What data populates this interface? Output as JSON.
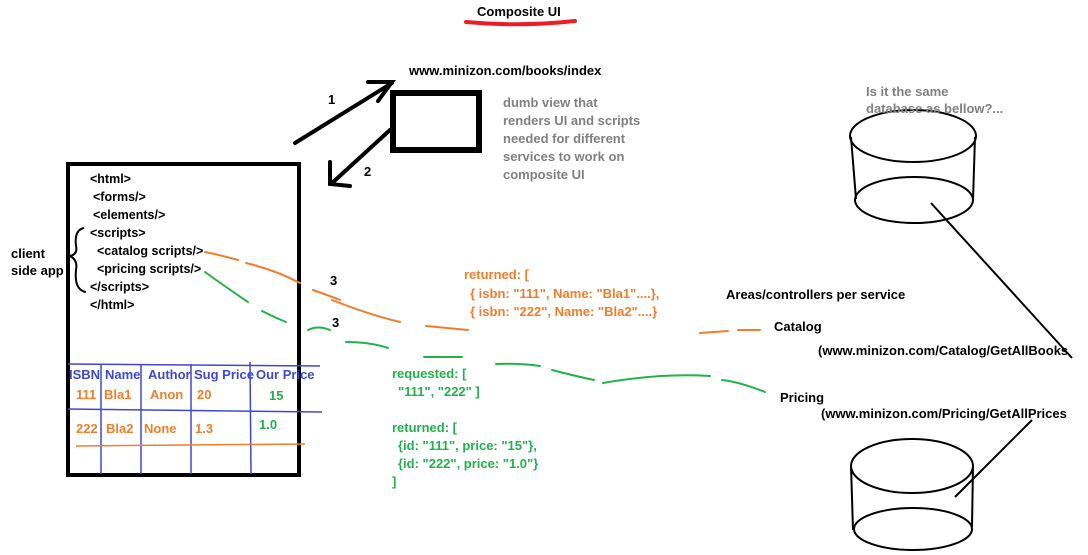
{
  "title": "Composite UI",
  "url_main": "www.minizon.com/books/index",
  "arrow1_label": "1",
  "arrow2_label": "2",
  "arrow3a_label": "3",
  "arrow3b_label": "3",
  "view_note": [
    "dumb view that",
    "renders UI and scripts",
    "needed for different",
    "services to work on",
    "composite UI"
  ],
  "client_label": [
    "client",
    "side app"
  ],
  "html_lines": [
    "<html>",
    "<forms/>",
    "<elements/>",
    "<scripts>",
    "<catalog scripts/>",
    "<pricing scripts/>",
    "</scripts>",
    "</html>"
  ],
  "table": {
    "headers": [
      "ISBN",
      "Name",
      "Author",
      "Sug Price",
      "Our Price"
    ],
    "rows": [
      [
        "111",
        "Bla1",
        "Anon",
        "20",
        "15"
      ],
      [
        "222",
        "Bla2",
        "None",
        "1.3",
        "1.0"
      ]
    ]
  },
  "catalog_returned": [
    "returned: [",
    "{ isbn: \"111\", Name: \"Bla1\"....},",
    "{ isbn: \"222\", Name: \"Bla2\"....}"
  ],
  "pricing_requested": [
    "requested: [",
    "\"111\", \"222\" ]"
  ],
  "pricing_returned": [
    "returned: [",
    "{id: \"111\", price: \"15\"},",
    "{id: \"222\", price: \"1.0\"}",
    "]"
  ],
  "areas_label": "Areas/controllers per service",
  "catalog_label": "Catalog",
  "catalog_url": "(www.minizon.com/Catalog/GetAllBooks",
  "pricing_label": "Pricing",
  "pricing_url": "(www.minizon.com/Pricing/GetAllPrices",
  "db_question": [
    "Is it the same",
    "database as bellow?..."
  ],
  "colors": {
    "black": "#000000",
    "gray": "#808080",
    "orange": "#f07d2b",
    "green": "#22b14c",
    "blue": "#3f48cc",
    "red": "#ed1c24"
  }
}
